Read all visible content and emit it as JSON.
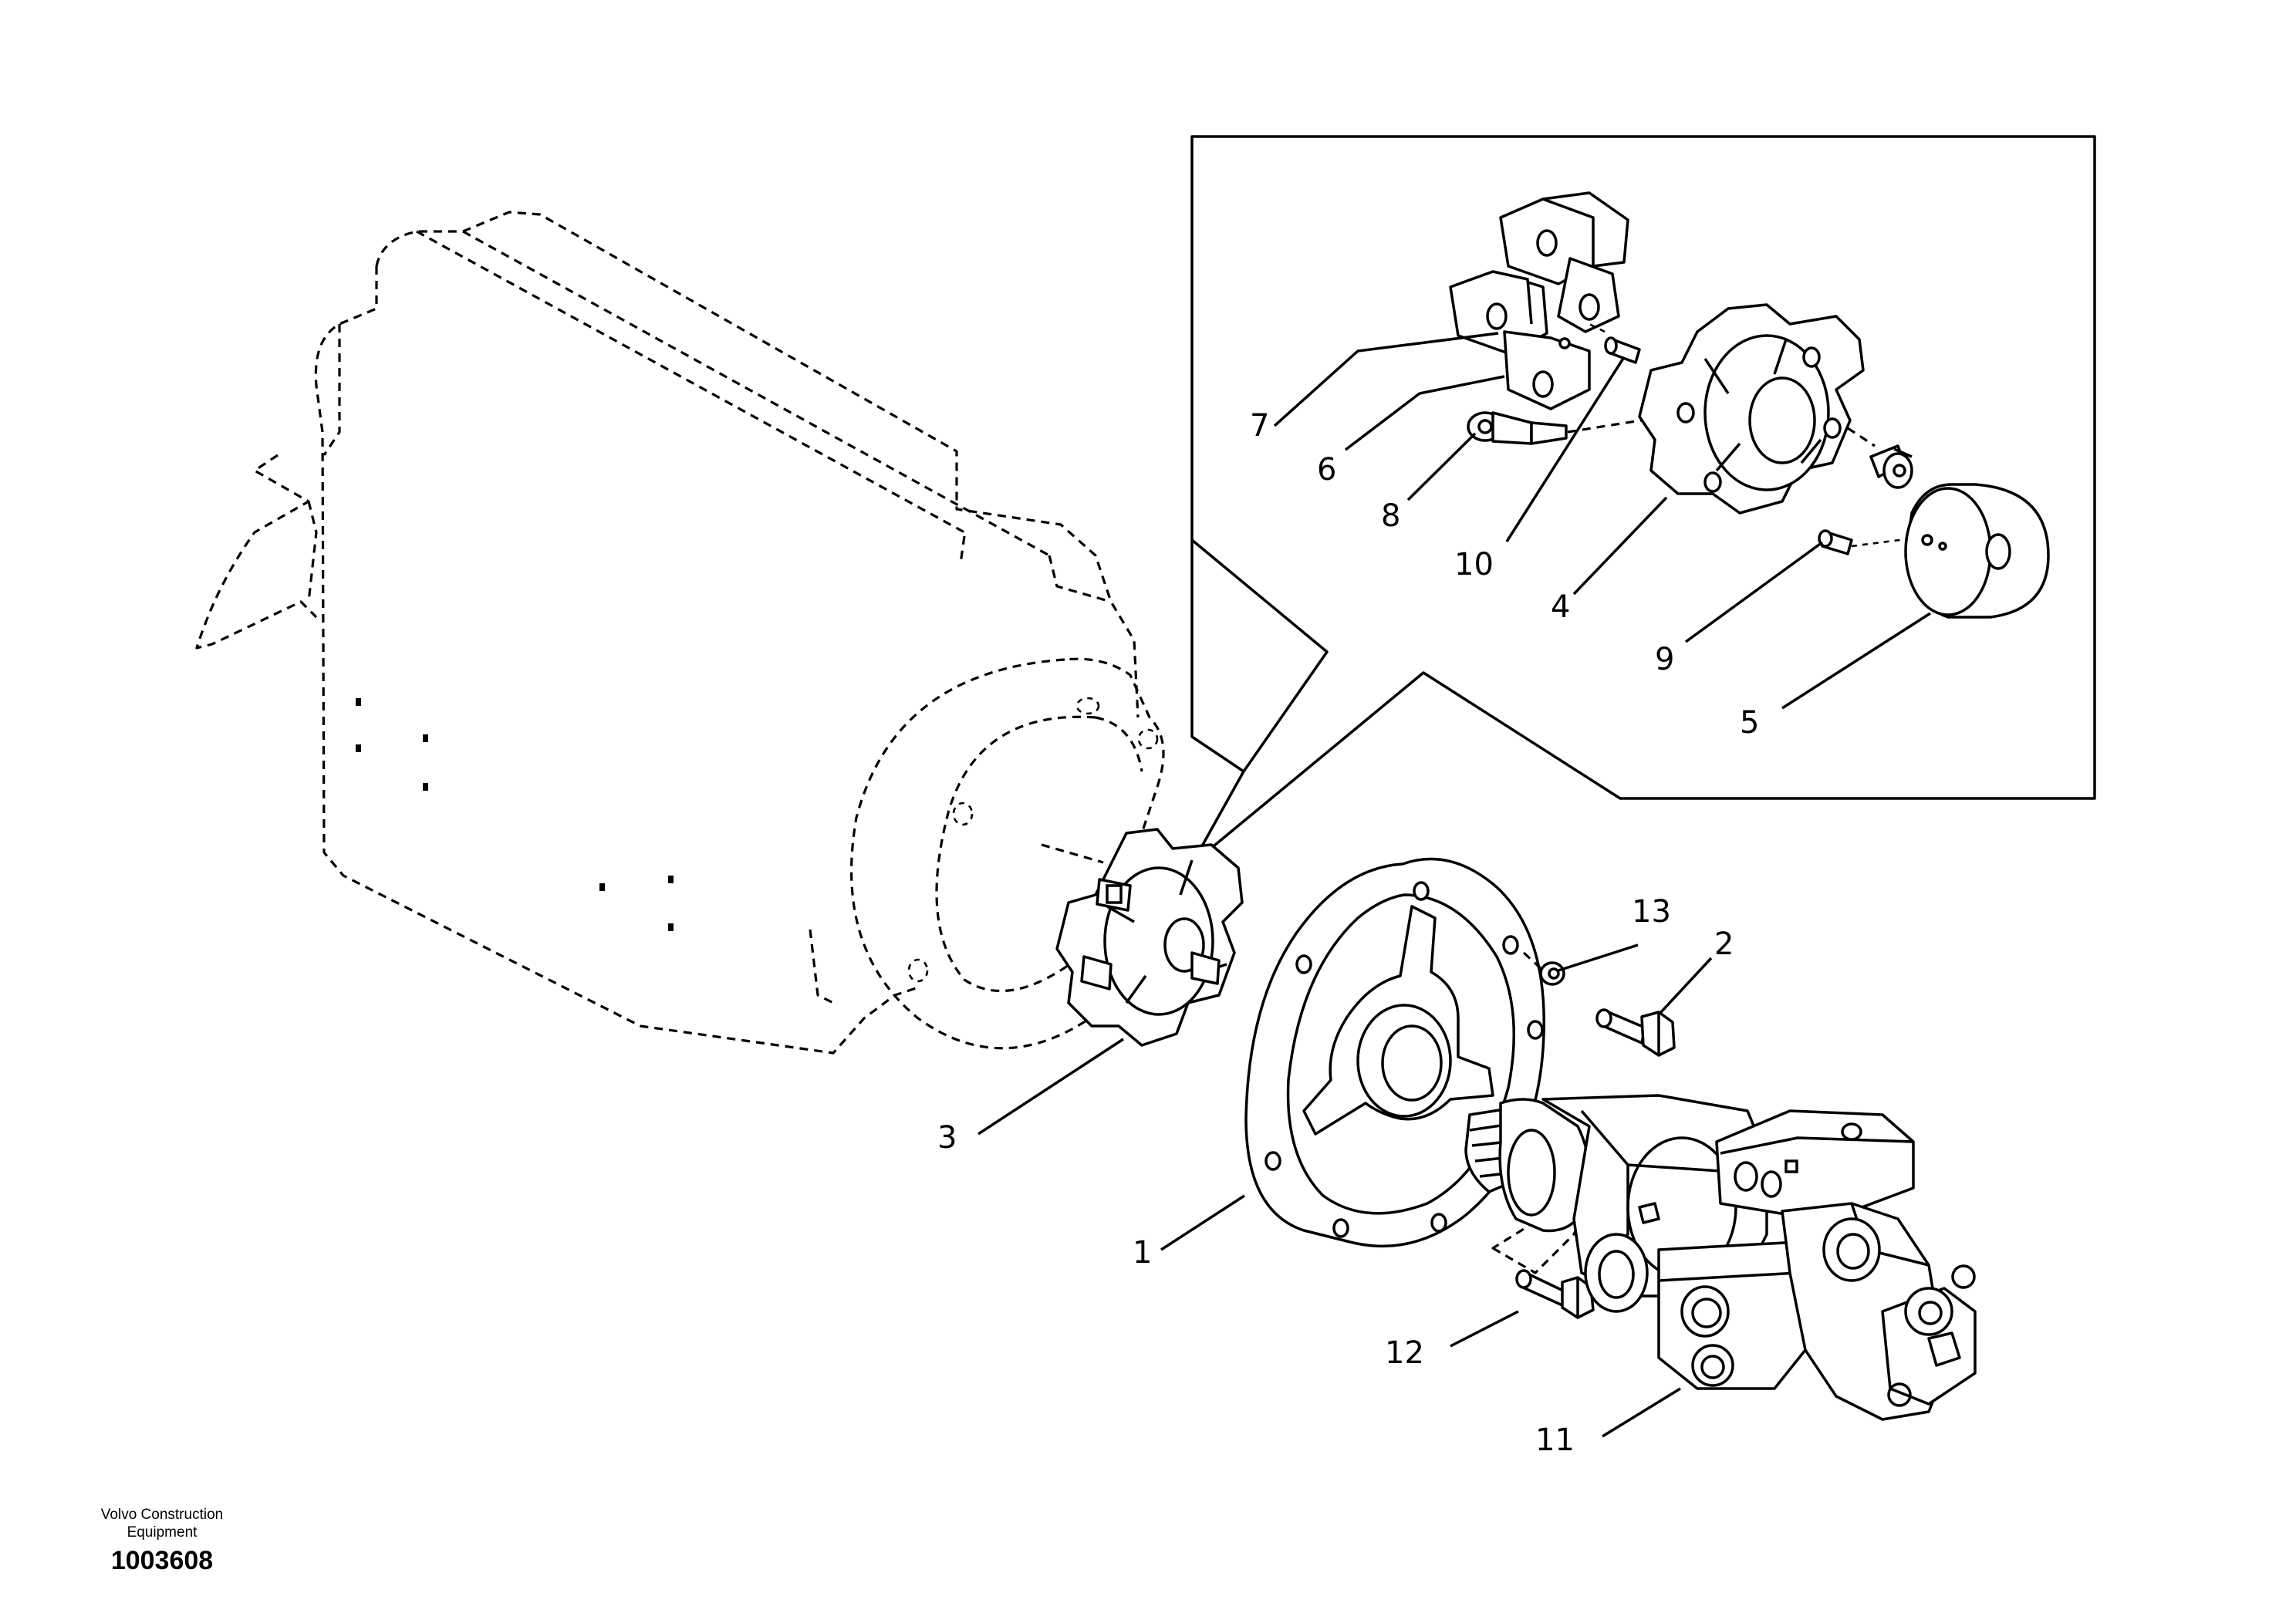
{
  "callouts": {
    "c1": "1",
    "c2": "2",
    "c3": "3",
    "c4": "4",
    "c5": "5",
    "c6": "6",
    "c7": "7",
    "c8": "8",
    "c9": "9",
    "c10": "10",
    "c11": "11",
    "c12": "12",
    "c13": "13"
  },
  "footer": {
    "brand_line1": "Volvo Construction",
    "brand_line2": "Equipment",
    "drawing_number": "1003608"
  }
}
